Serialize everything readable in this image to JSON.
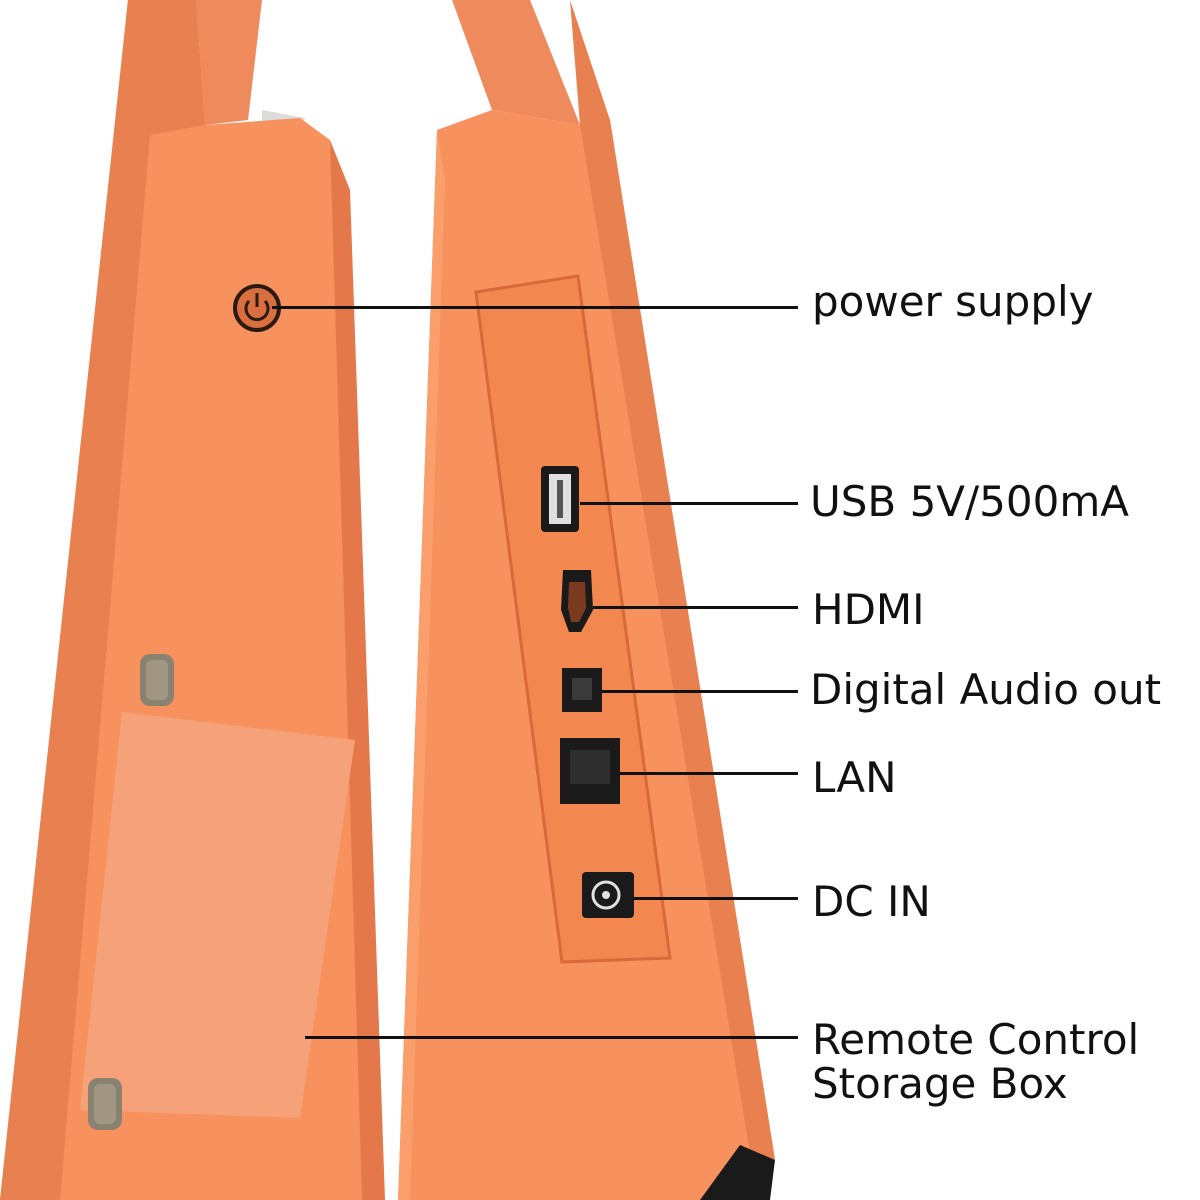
{
  "colors": {
    "body_orange": "#f7915e",
    "body_orange_light": "#fa9f6c",
    "body_orange_shadow": "#e5784a",
    "strap_orange": "#ef8a5c",
    "port_black": "#1a1a1a",
    "knob_gray": "#8a8270",
    "line_black": "#111111",
    "label_text": "#111111"
  },
  "callouts": [
    {
      "id": "power",
      "text": "power supply",
      "icon": "power-icon"
    },
    {
      "id": "usb",
      "text": "USB 5V/500mA",
      "icon": "usb-port-icon"
    },
    {
      "id": "hdmi",
      "text": "HDMI",
      "icon": "hdmi-port-icon"
    },
    {
      "id": "optical",
      "text": "Digital Audio out",
      "icon": "optical-port-icon"
    },
    {
      "id": "lan",
      "text": "LAN",
      "icon": "lan-port-icon"
    },
    {
      "id": "dc",
      "text": "DC IN",
      "icon": "dc-jack-icon"
    },
    {
      "id": "storage",
      "lines": [
        "Remote Control",
        "Storage Box"
      ],
      "icon": "storage-box-icon"
    }
  ]
}
